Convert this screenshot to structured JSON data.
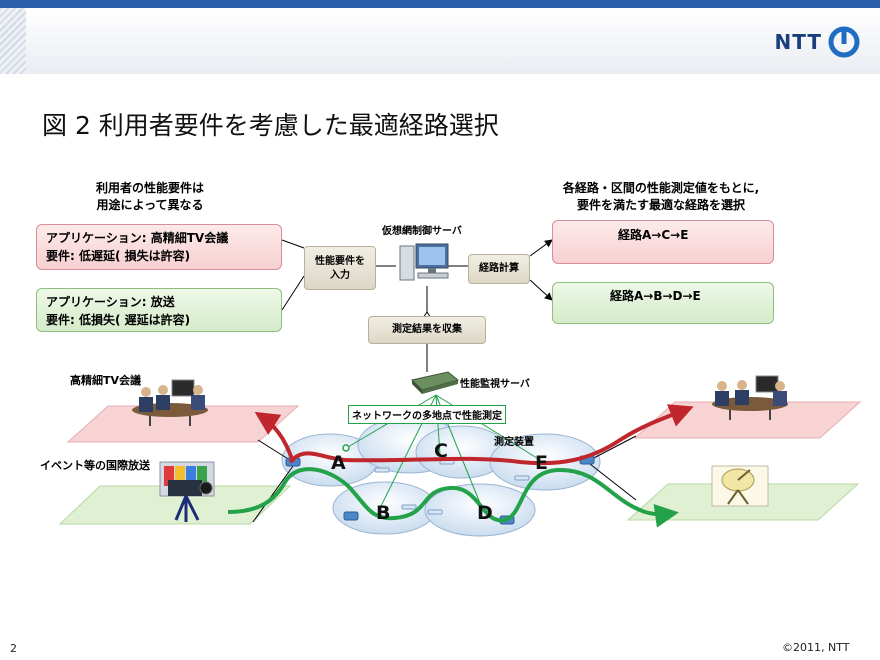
{
  "header": {
    "logo_text": "NTT",
    "slide_title": "図 2 利用者要件を考慮した最適経路選択"
  },
  "left_heading": [
    "利用者の性能要件は",
    "用途によって異なる"
  ],
  "right_heading": [
    "各経路・区間の性能測定値をもとに,",
    "要件を満たす最適な経路を選択"
  ],
  "app_boxes": [
    {
      "line1": "アプリケーション: 高精細TV会議",
      "line2": "要件: 低遅延( 損失は許容)"
    },
    {
      "line1": "アプリケーション: 放送",
      "line2": "要件: 低損失( 遅延は許容)"
    }
  ],
  "control": {
    "server_label": "仮想網制御サーバ",
    "input_box": [
      "性能要件を",
      "入力"
    ],
    "compute_box": "経路計算",
    "collect_box": "測定結果を収集",
    "monitor_label": "性能監視サーバ",
    "multipoint_label": "ネットワークの多地点で性能測定",
    "device_label": "測定装置"
  },
  "routes": [
    {
      "label": "経路A→C→E",
      "color": "#c0272d"
    },
    {
      "label": "経路A→B→D→E",
      "color": "#23a24a"
    }
  ],
  "sites": {
    "tv_label": "高精細TV会議",
    "broadcast_label": "イベント等の国際放送"
  },
  "nodes": [
    "A",
    "B",
    "C",
    "D",
    "E"
  ],
  "footer": {
    "page": "2",
    "copyright": "©2011, NTT"
  },
  "colors": {
    "brand": "#2b5ea8",
    "red_route": "#c0272d",
    "green_route": "#23a24a"
  }
}
